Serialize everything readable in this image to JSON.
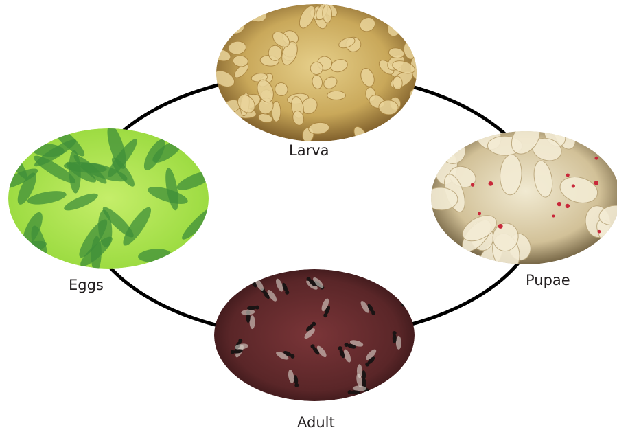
{
  "stages": [
    {
      "key": "larva",
      "label": "Larva",
      "image": "larvae-cluster-photo"
    },
    {
      "key": "pupae",
      "label": "Pupae",
      "image": "pupae-cluster-photo"
    },
    {
      "key": "adult",
      "label": "Adult",
      "image": "adult-ants-photo"
    },
    {
      "key": "eggs",
      "label": "Eggs",
      "image": "eggs-micrograph-photo"
    }
  ],
  "colors": {
    "cycle_ring": "#000000",
    "label_text": "#231f20",
    "larva": "#c9a85a",
    "pupae": "#d8c9a4",
    "adult": "#5e2a2c",
    "eggs": "#a8e048"
  }
}
